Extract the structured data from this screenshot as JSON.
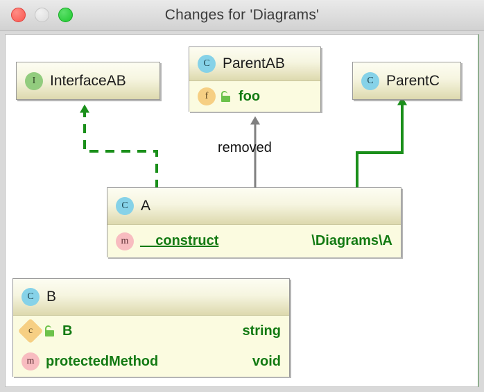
{
  "window": {
    "title": "Changes for 'Diagrams'",
    "controls": [
      {
        "name": "close-button",
        "color": "#f9564f"
      },
      {
        "name": "minimize-button",
        "color": "#dcdcdc"
      },
      {
        "name": "zoom-button",
        "color": "#1fc72f"
      }
    ]
  },
  "colors": {
    "added": "#1a8f1a",
    "removed": "#808080",
    "member_text": "#137a13",
    "node_body": "#fbfbe0",
    "node_border": "#9a9a9a"
  },
  "diagram": {
    "nodes": [
      {
        "id": "InterfaceAB",
        "title": "InterfaceAB",
        "badge": "interface-icon",
        "badge_letter": "I",
        "members": []
      },
      {
        "id": "ParentAB",
        "title": "ParentAB",
        "badge": "class-icon",
        "badge_letter": "C",
        "members": [
          {
            "badge": "function-icon",
            "badge_letter": "f",
            "visibility": "protected-lock-icon",
            "name": "foo",
            "type": "",
            "underline": false
          }
        ]
      },
      {
        "id": "ParentC",
        "title": "ParentC",
        "badge": "class-icon",
        "badge_letter": "C",
        "members": []
      },
      {
        "id": "A",
        "title": "A",
        "badge": "class-icon",
        "badge_letter": "C",
        "members": [
          {
            "badge": "method-icon",
            "badge_letter": "m",
            "visibility": "",
            "name": "__construct",
            "type": "\\Diagrams\\A",
            "underline": true
          }
        ]
      },
      {
        "id": "B",
        "title": "B",
        "badge": "class-icon",
        "badge_letter": "C",
        "members": [
          {
            "badge": "constant-icon",
            "badge_letter": "c",
            "visibility": "protected-lock-icon",
            "name": "B",
            "type": "string",
            "underline": false
          },
          {
            "badge": "method-icon",
            "badge_letter": "m",
            "visibility": "",
            "name": "protectedMethod",
            "type": "void",
            "underline": false
          }
        ]
      }
    ],
    "edges": [
      {
        "id": "a-implements-interfaceab",
        "from": "A",
        "to": "InterfaceAB",
        "style": "dashed",
        "color": "#1a8f1a",
        "label": ""
      },
      {
        "id": "a-extends-parentab",
        "from": "A",
        "to": "ParentAB",
        "style": "solid",
        "color": "#808080",
        "label": "removed"
      },
      {
        "id": "a-extends-parentc",
        "from": "A",
        "to": "ParentC",
        "style": "solid",
        "color": "#1a8f1a",
        "label": ""
      }
    ]
  }
}
